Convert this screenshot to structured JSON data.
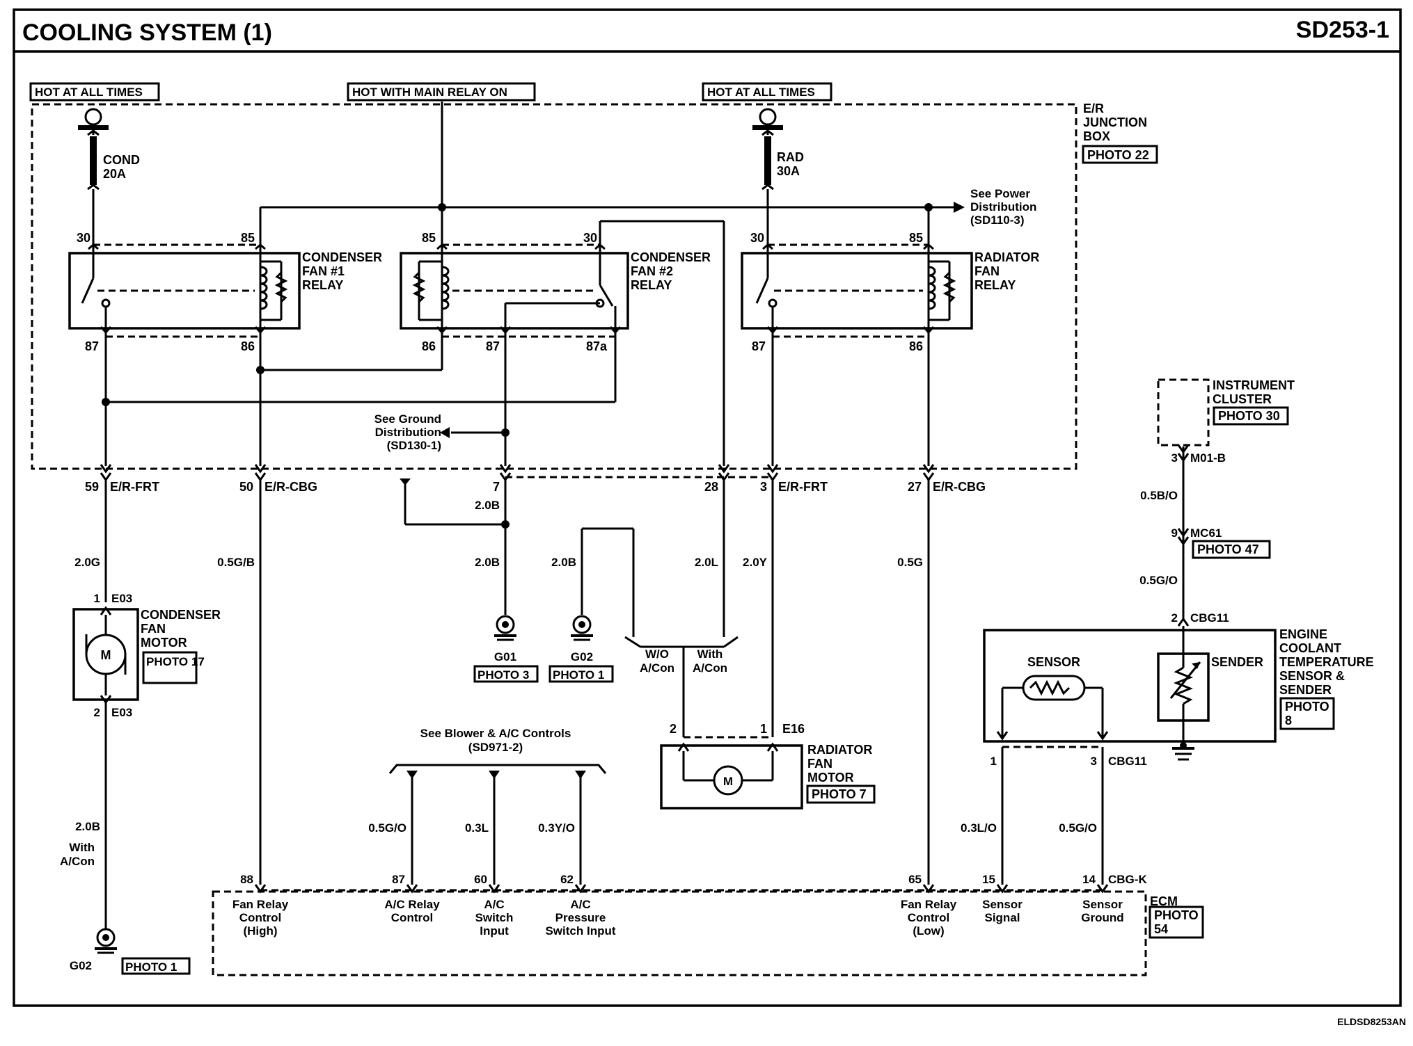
{
  "header": {
    "title": "COOLING SYSTEM (1)",
    "code": "SD253-1",
    "figure_id": "ELDSD8253AN"
  },
  "power": {
    "hot_left": "HOT AT ALL TIMES",
    "hot_main": "HOT WITH MAIN RELAY ON",
    "hot_right": "HOT AT ALL TIMES",
    "fuse_cond": [
      "COND",
      "20A"
    ],
    "fuse_rad": [
      "RAD",
      "30A"
    ],
    "power_ref": [
      "See Power",
      "Distribution",
      "(SD110-3)"
    ],
    "ground_ref": [
      "See Ground",
      "Distribution",
      "(SD130-1)"
    ]
  },
  "junction_box": {
    "label": [
      "E/R",
      "JUNCTION",
      "BOX"
    ],
    "photo": "PHOTO 22"
  },
  "relays": {
    "cond1": {
      "label": [
        "CONDENSER",
        "FAN #1",
        "RELAY"
      ],
      "pins": [
        "30",
        "85",
        "87",
        "86"
      ]
    },
    "cond2": {
      "label": [
        "CONDENSER",
        "FAN #2",
        "RELAY"
      ],
      "pins": [
        "85",
        "30",
        "86",
        "87",
        "87a"
      ]
    },
    "rad": {
      "label": [
        "RADIATOR",
        "FAN",
        "RELAY"
      ],
      "pins": [
        "30",
        "85",
        "87",
        "86"
      ]
    }
  },
  "connectors": {
    "c59": {
      "pin": "59",
      "name": "E/R-FRT"
    },
    "c50": {
      "pin": "50",
      "name": "E/R-CBG"
    },
    "c7": {
      "pin": "7"
    },
    "c28": {
      "pin": "28"
    },
    "c3": {
      "pin": "3",
      "name": "E/R-FRT"
    },
    "c27": {
      "pin": "27",
      "name": "E/R-CBG"
    }
  },
  "wires": {
    "w_2_0g": "2.0G",
    "w_0_5gb": "0.5G/B",
    "w_2_0b_a": "2.0B",
    "w_2_0b_b": "2.0B",
    "w_2_0b_c": "2.0B",
    "w_2_0l": "2.0L",
    "w_2_0y": "2.0Y",
    "w_0_5g": "0.5G",
    "w_2_0b_d": "2.0B",
    "w_0_5go": "0.5G/O",
    "w_0_3l": "0.3L",
    "w_0_3yo": "0.3Y/O",
    "w_0_5bo": "0.5B/O",
    "w_0_5go_b": "0.5G/O",
    "w_0_3lo": "0.3L/O",
    "w_0_5go_c": "0.5G/O"
  },
  "cond_motor": {
    "label": [
      "CONDENSER",
      "FAN",
      "MOTOR"
    ],
    "photo": "PHOTO 17",
    "pin_top": "1",
    "conn_top": "E03",
    "pin_bot": "2",
    "conn_bot": "E03",
    "motor": "M",
    "with_ac": [
      "With",
      "A/Con"
    ]
  },
  "grounds": {
    "g01": "G01",
    "g01_photo": "PHOTO 3",
    "g02": "G02",
    "g02_photo": "PHOTO 1",
    "g02b": "G02",
    "g02b_photo": "PHOTO 1"
  },
  "ac_switch": {
    "wo": [
      "W/O",
      "A/Con"
    ],
    "with": [
      "With",
      "A/Con"
    ]
  },
  "rad_motor": {
    "label": [
      "RADIATOR",
      "FAN",
      "MOTOR"
    ],
    "photo": "PHOTO 7",
    "pin_l": "2",
    "pin_r": "1",
    "conn": "E16",
    "motor": "M"
  },
  "blower_ref": [
    "See Blower & A/C Controls",
    "(SD971-2)"
  ],
  "cluster": {
    "label": [
      "INSTRUMENT",
      "CLUSTER"
    ],
    "photo": "PHOTO 30",
    "pin": "3",
    "conn": "M01-B"
  },
  "mc61": {
    "pin": "9",
    "name": "MC61",
    "photo": "PHOTO 47"
  },
  "cbg11_top": {
    "pin": "2",
    "name": "CBG11"
  },
  "ect": {
    "label": [
      "ENGINE",
      "COOLANT",
      "TEMPERATURE",
      "SENSOR &",
      "SENDER"
    ],
    "photo": [
      "PHOTO",
      "8"
    ],
    "sensor": "SENSOR",
    "sender": "SENDER",
    "pin_l": "1",
    "pin_r": "3",
    "conn": "CBG11"
  },
  "ecm": {
    "name": "ECM",
    "photo": [
      "PHOTO",
      "54"
    ],
    "pins": [
      {
        "pin": "88",
        "label": [
          "Fan Relay",
          "Control",
          "(High)"
        ]
      },
      {
        "pin": "87",
        "label": [
          "A/C Relay",
          "Control"
        ]
      },
      {
        "pin": "60",
        "label": [
          "A/C",
          "Switch",
          "Input"
        ]
      },
      {
        "pin": "62",
        "label": [
          "A/C",
          "Pressure",
          "Switch Input"
        ]
      },
      {
        "pin": "65",
        "label": [
          "Fan Relay",
          "Control",
          "(Low)"
        ]
      },
      {
        "pin": "15",
        "label": [
          "Sensor",
          "Signal"
        ]
      },
      {
        "pin": "14",
        "conn": "CBG-K",
        "label": [
          "Sensor",
          "Ground"
        ]
      }
    ]
  }
}
